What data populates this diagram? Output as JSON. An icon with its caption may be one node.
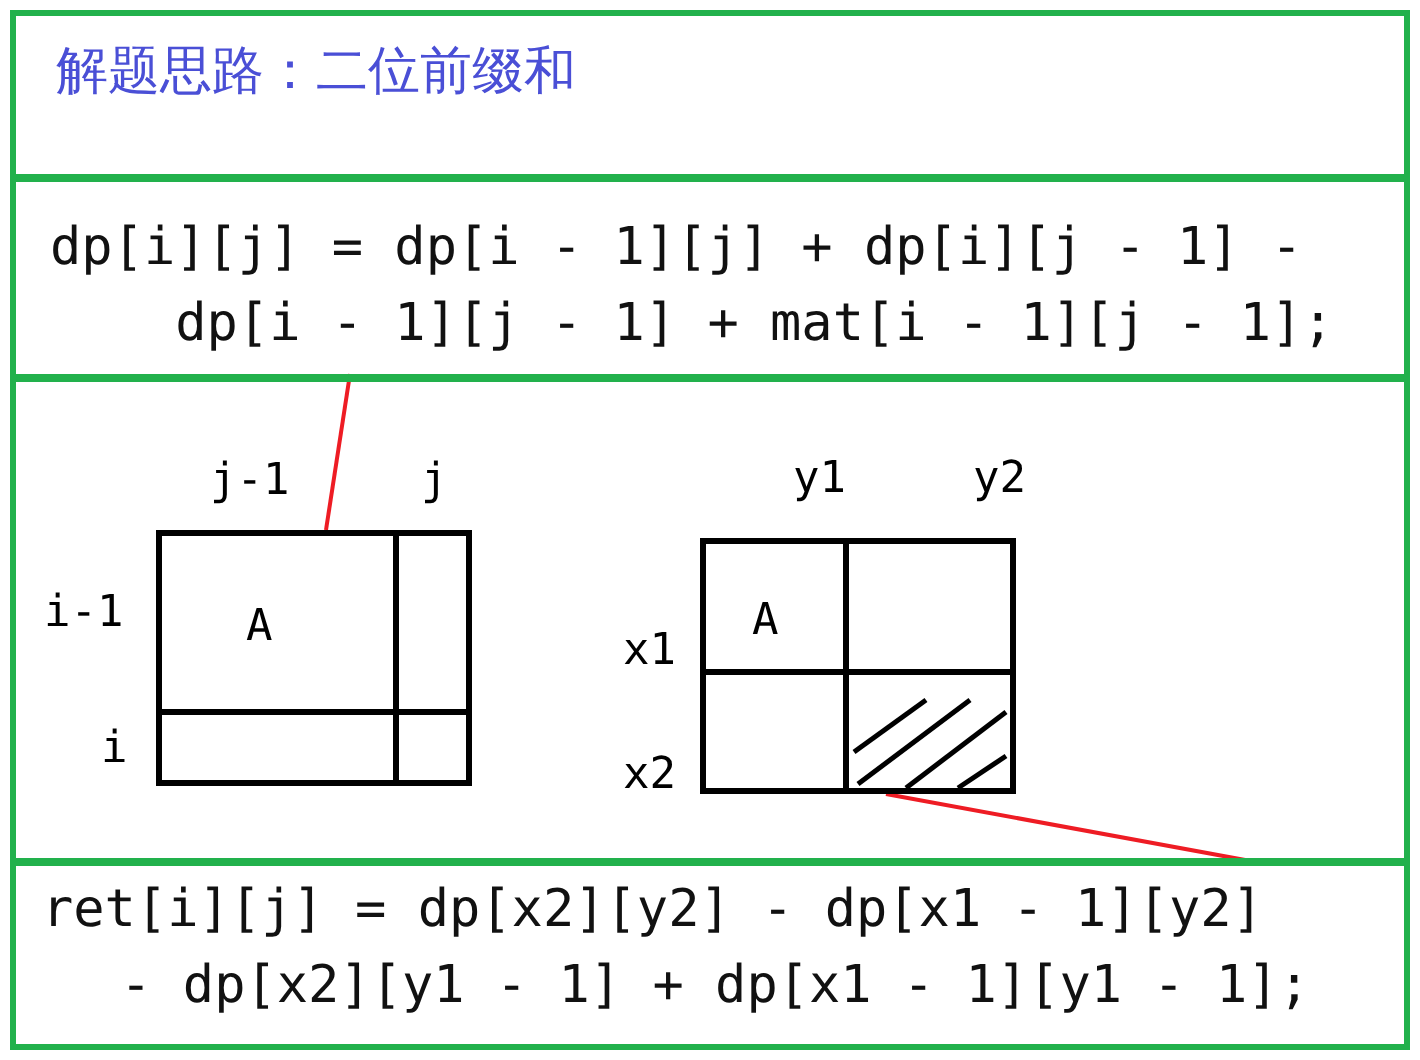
{
  "diagram": {
    "nodes": [
      {
        "text": [
          "解题思路：二位前缀和"
        ]
      },
      {
        "text": [
          "dp[i][j] = dp[i - 1][j] + dp[i][j - 1] - dp[i - 1][j - 1] + mat[i - 1][j - 1];"
        ]
      },
      {
        "text": [],
        "shape": "box"
      },
      {
        "text": [
          "A"
        ],
        "beside": [
          "j-1",
          "j",
          "i-1",
          "i"
        ],
        "in": 2
      },
      {
        "text": [
          "A"
        ],
        "beside": [
          "y1",
          "y2",
          "x1",
          "x2"
        ],
        "in": 2
      },
      {
        "text": [],
        "shape": "box",
        "in": 4
      },
      {
        "text": [
          "ret[i][j] = dp[x2][y2] - dp[x1 - 1][y2] - dp[x2][y1 - 1] + dp[x1 - 1][y1 - 1];"
        ]
      }
    ],
    "edges": [
      {
        "from": 1,
        "to": 3,
        "arrow": "none"
      },
      {
        "from": 5,
        "to": 6,
        "arrow": "none"
      }
    ]
  }
}
